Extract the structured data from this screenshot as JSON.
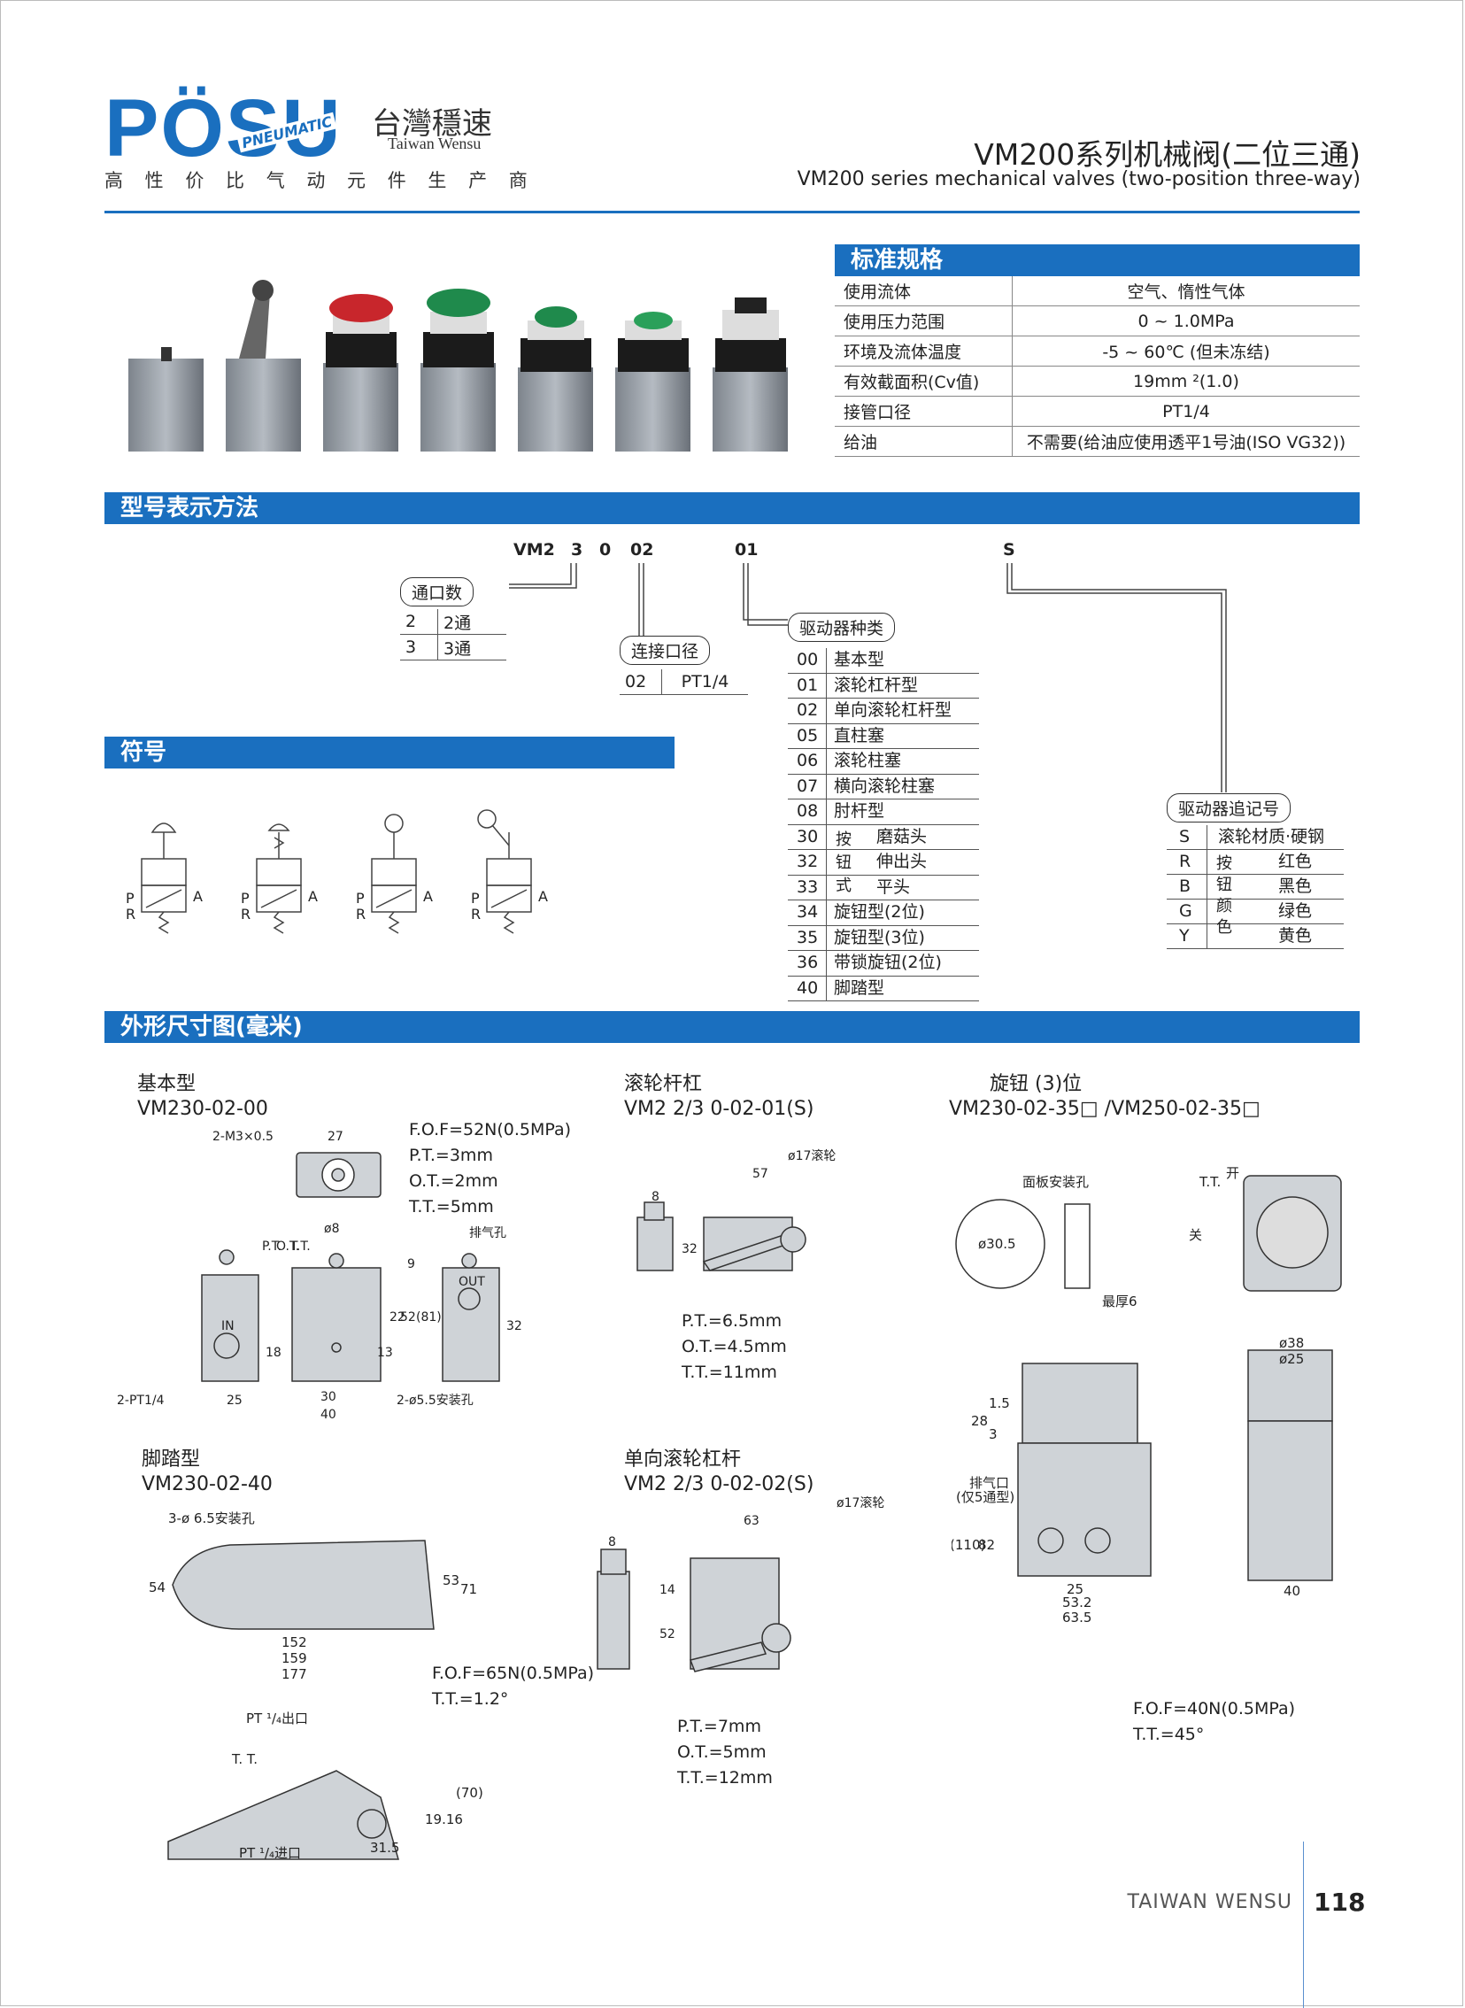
{
  "header": {
    "logo": "PÖSU",
    "logo_sub": "PNEUMATIC",
    "brand_cn": "台灣穩速",
    "brand_en": "Taiwan Wensu",
    "slogan": "高 性 价 比 气 动 元 件 生 产 商",
    "title_cn": "VM200系列机械阀(二位三通)",
    "title_en": "VM200 series mechanical valves (two-position three-way)"
  },
  "spec": {
    "heading": "标准规格",
    "rows": [
      {
        "k": "使用流体",
        "v": "空气、惰性气体"
      },
      {
        "k": "使用压力范围",
        "v": "0 ~ 1.0MPa"
      },
      {
        "k": "环境及流体温度",
        "v": "-5 ~ 60℃ (但未冻结)"
      },
      {
        "k": "有效截面积(Cv值)",
        "v": "19mm ²(1.0)"
      },
      {
        "k": "接管口径",
        "v": "PT1/4"
      },
      {
        "k": "给油",
        "v": "不需要(给油应使用透平1号油(ISO VG32))"
      }
    ]
  },
  "model": {
    "heading": "型号表示方法",
    "code": [
      "VM2",
      "3",
      "0",
      "02",
      "01",
      "S"
    ],
    "ports_label": "通口数",
    "ports": [
      [
        "2",
        "2通"
      ],
      [
        "3",
        "3通"
      ]
    ],
    "conn_label": "连接口径",
    "conn": [
      [
        "02",
        "PT1/4"
      ]
    ],
    "actuator_label": "驱动器种类",
    "actuators": [
      [
        "00",
        "基本型"
      ],
      [
        "01",
        "滚轮杠杆型"
      ],
      [
        "02",
        "单向滚轮杠杆型"
      ],
      [
        "05",
        "直柱塞"
      ],
      [
        "06",
        "滚轮柱塞"
      ],
      [
        "07",
        "横向滚轮柱塞"
      ],
      [
        "08",
        "肘杆型"
      ],
      [
        "30",
        "磨菇头"
      ],
      [
        "32",
        "伸出头"
      ],
      [
        "33",
        "平头"
      ],
      [
        "34",
        "旋钮型(2位)"
      ],
      [
        "35",
        "旋钮型(3位)"
      ],
      [
        "36",
        "带锁旋钮(2位)"
      ],
      [
        "40",
        "脚踏型"
      ]
    ],
    "button_group": "按钮式",
    "suffix_label": "驱动器追记号",
    "suffix": [
      [
        "S",
        "滚轮材质·硬钢"
      ],
      [
        "R",
        "红色"
      ],
      [
        "B",
        "黑色"
      ],
      [
        "G",
        "绿色"
      ],
      [
        "Y",
        "黄色"
      ]
    ],
    "suffix_group": "按钮颜色"
  },
  "symbol": {
    "heading": "符号",
    "labels": [
      "P",
      "R",
      "A"
    ]
  },
  "dims": {
    "heading": "外形尺寸图(毫米)",
    "basic": {
      "title": "基本型",
      "model": "VM230-02-00",
      "specs": [
        "F.O.F=52N(0.5MPa)",
        "P.T.=3mm",
        "O.T.=2mm",
        "T.T.=5mm"
      ],
      "labels": [
        "2-M3×0.5",
        "27",
        "ø8",
        "排气孔",
        "2-PT1/4",
        "25",
        "30",
        "40",
        "2-ø5.5安装孔",
        "9",
        "22",
        "52",
        "(81)",
        "32",
        "18",
        "13",
        "IN",
        "OUT",
        "P.T.",
        "O.T.",
        "T.T."
      ]
    },
    "roller": {
      "title": "滚轮杆杠",
      "model": "VM2 2/3 0-02-01(S)",
      "specs": [
        "P.T.=6.5mm",
        "O.T.=4.5mm",
        "T.T.=11mm"
      ],
      "labels": [
        "57",
        "ø17滚轮",
        "8",
        "32"
      ]
    },
    "knob": {
      "title": "旋钮 (3)位",
      "model": "VM230-02-35□ /VM250-02-35□",
      "specs": [
        "F.O.F=40N(0.5MPa)",
        "T.T.=45°"
      ],
      "labels": [
        "面板安装孔",
        "ø30.5",
        "最厚6",
        "开",
        "关",
        "T.T.",
        "ø38",
        "ø25",
        "28",
        "1.5",
        "3",
        "排气口",
        "(仅5通型)",
        "(110)",
        "82",
        "25",
        "53.2",
        "63.5",
        "40"
      ]
    },
    "foot": {
      "title": "脚踏型",
      "model": "VM230-02-40",
      "specs": [
        "F.O.F=65N(0.5MPa)",
        "T.T.=1.2°"
      ],
      "labels": [
        "3-ø 6.5安装孔",
        "54",
        "53",
        "71",
        "152",
        "159",
        "177",
        "PT ¹/₄出口",
        "T. T.",
        "PT ¹/₄进口",
        "31.5",
        "19.16",
        "(70)"
      ]
    },
    "oneway": {
      "title": "单向滚轮杠杆",
      "model": "VM2 2/3 0-02-02(S)",
      "specs": [
        "P.T.=7mm",
        "O.T.=5mm",
        "T.T.=12mm"
      ],
      "labels": [
        "63",
        "ø17滚轮",
        "8",
        "14",
        "52"
      ]
    }
  },
  "footer": {
    "brand": "TAIWAN WENSU",
    "page": "118"
  },
  "colors": {
    "blue": "#1a6fbf",
    "red": "#c8262c",
    "green": "#1f8a4c",
    "black": "#222222"
  }
}
